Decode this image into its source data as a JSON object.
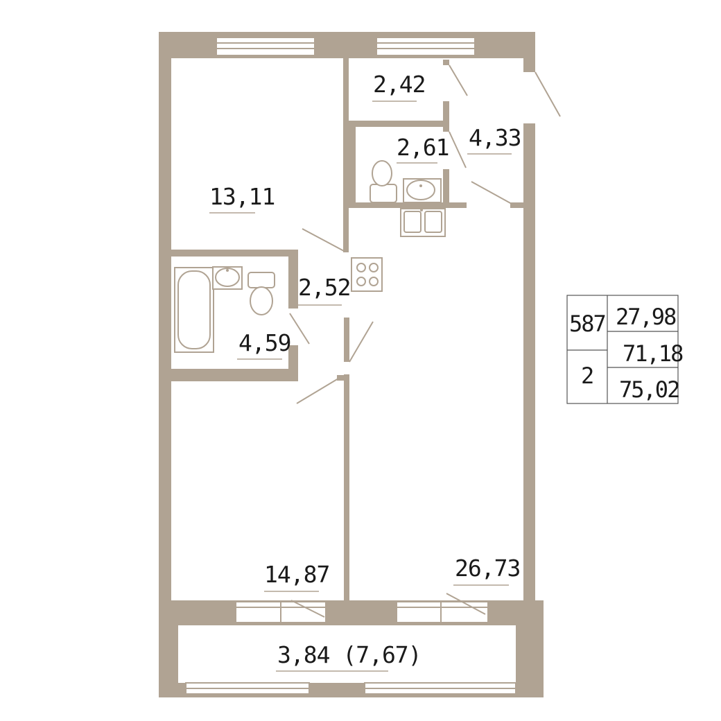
{
  "rooms": {
    "bedroom_top_area": "13,11",
    "storage_top_area": "2,42",
    "wc_area": "2,61",
    "hall_area": "4,33",
    "corridor_area": "2,52",
    "bathroom_area": "4,59",
    "bedroom_bottom_area": "14,87",
    "kitchen_living_area": "26,73",
    "balcony_area": "3,84 (7,67)"
  },
  "summary_table": {
    "apartment_number": "587",
    "rooms_count": "2",
    "living_area": "27,98",
    "total_area": "71,18",
    "total_area_with_balcony": "75,02"
  },
  "colors": {
    "wall": "#b0a393",
    "text": "#1a1a1a",
    "background": "#ffffff"
  }
}
